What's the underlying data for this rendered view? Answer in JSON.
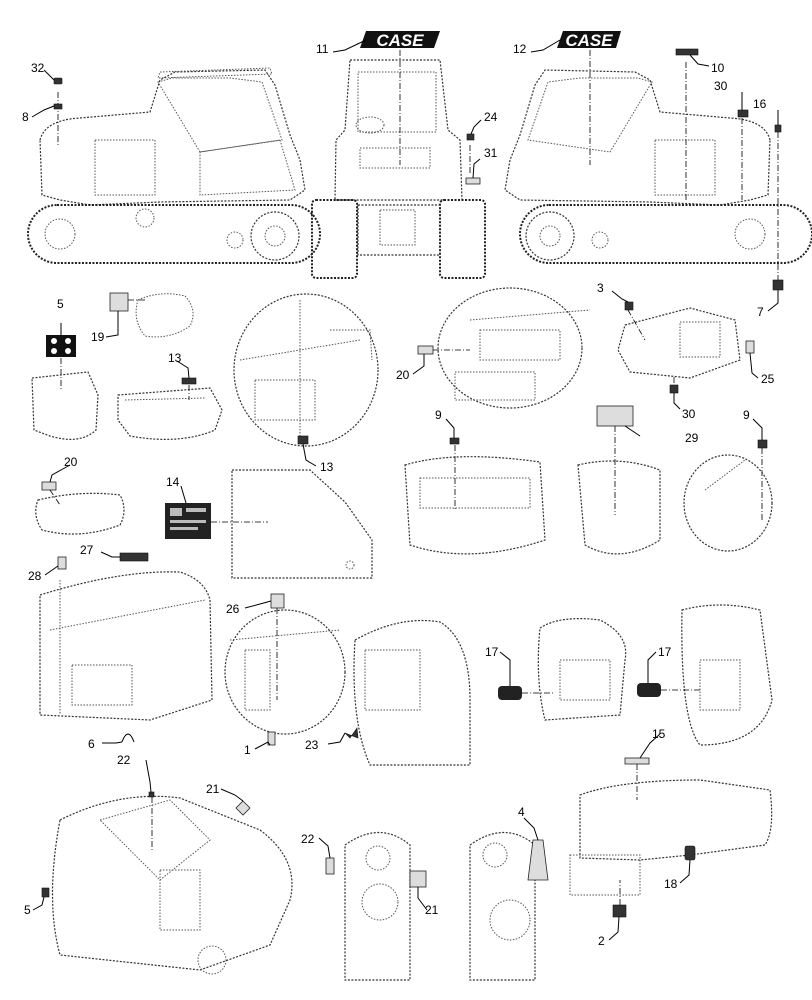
{
  "brand_logo_text": "CASE",
  "callouts": {
    "c32": "32",
    "c8": "8",
    "c11": "11",
    "c12": "12",
    "c10": "10",
    "c30a": "30",
    "c16": "16",
    "c24": "24",
    "c31": "31",
    "c7": "7",
    "c5a": "5",
    "c19": "19",
    "c13a": "13",
    "c3": "3",
    "c25": "25",
    "c30b": "30",
    "c20a": "20",
    "c9a": "9",
    "c29": "29",
    "c9b": "9",
    "c13b": "13",
    "c20b": "20",
    "c14": "14",
    "c27": "27",
    "c28": "28",
    "c26": "26",
    "c6": "6",
    "c1": "1",
    "c23": "23",
    "c17a": "17",
    "c17b": "17",
    "c15": "15",
    "c22a": "22",
    "c21a": "21",
    "c4": "4",
    "c22b": "22",
    "c21b": "21",
    "c18": "18",
    "c5b": "5",
    "c2": "2"
  }
}
